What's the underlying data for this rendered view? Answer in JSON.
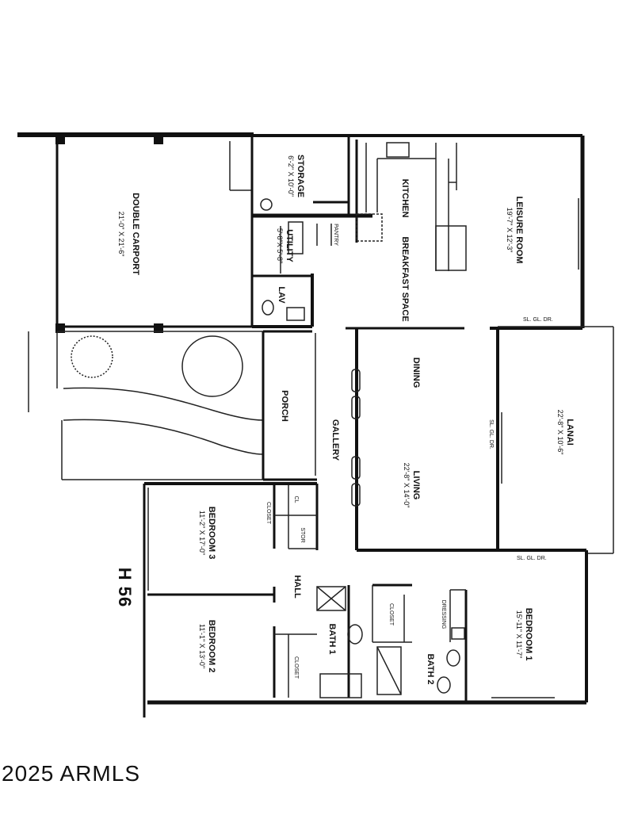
{
  "plan_code": "H 56",
  "watermark": "2025 ARMLS",
  "rooms": {
    "carport": {
      "name": "DOUBLE CARPORT",
      "dims": "21'-0\" X 21'-6\""
    },
    "storage": {
      "name": "STORAGE",
      "dims": "6'-2\" X 10'-0\""
    },
    "utility": {
      "name": "UTILITY",
      "dims": "5'-8\"X 5'-8\""
    },
    "pantry": {
      "name": "PANTRY"
    },
    "lav": {
      "name": "LAV"
    },
    "kitchen": {
      "name": "KITCHEN"
    },
    "breakfast": {
      "name": "BREAKFAST SPACE"
    },
    "leisure": {
      "name": "LEISURE ROOM",
      "dims": "19'-7\" X 12'-3\""
    },
    "dining": {
      "name": "DINING"
    },
    "living": {
      "name": "LIVING",
      "dims": "22'-8\" X 14'-0\""
    },
    "lanai": {
      "name": "LANAI",
      "dims": "22'-8\" X 10'-6\""
    },
    "porch": {
      "name": "PORCH"
    },
    "gallery": {
      "name": "GALLERY"
    },
    "hall": {
      "name": "HALL"
    },
    "bedroom3": {
      "name": "BEDROOM 3",
      "dims": "11'-2\" X 17'-0\""
    },
    "bedroom2": {
      "name": "BEDROOM 2",
      "dims": "11'-1\" X 13'-0\""
    },
    "bedroom1": {
      "name": "BEDROOM 1",
      "dims": "15'-11\" X 11'-7\""
    },
    "bath1": {
      "name": "BATH 1"
    },
    "bath2": {
      "name": "BATH 2"
    },
    "dressing": {
      "name": "DRESSING"
    }
  },
  "labels": {
    "closet": "CLOSET",
    "cl": "CL",
    "stor": "STOR",
    "sl_gl_dr": "SL. GL. DR."
  }
}
